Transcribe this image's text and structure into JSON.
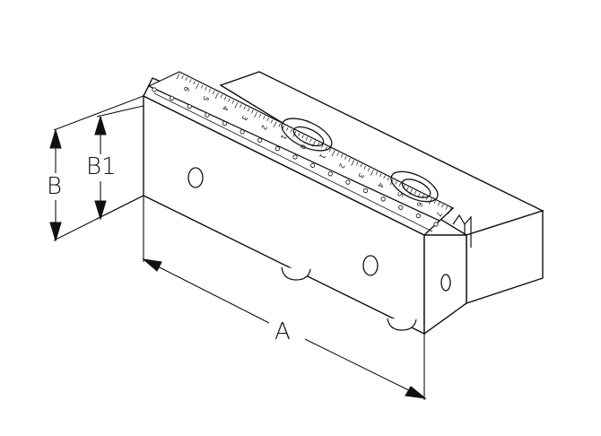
{
  "dimensions": {
    "a_label": "A",
    "b_label": "B",
    "b1_label": "B1"
  },
  "ruler": {
    "tick_labels": [
      "6",
      "5",
      "4",
      "3",
      "2",
      "1",
      "0",
      "1",
      "2",
      "3",
      "4",
      "5",
      "6",
      "7"
    ]
  },
  "colors": {
    "line": "#111111",
    "face_fill": "#ffffff",
    "top_shade": "#f2f2f2"
  }
}
